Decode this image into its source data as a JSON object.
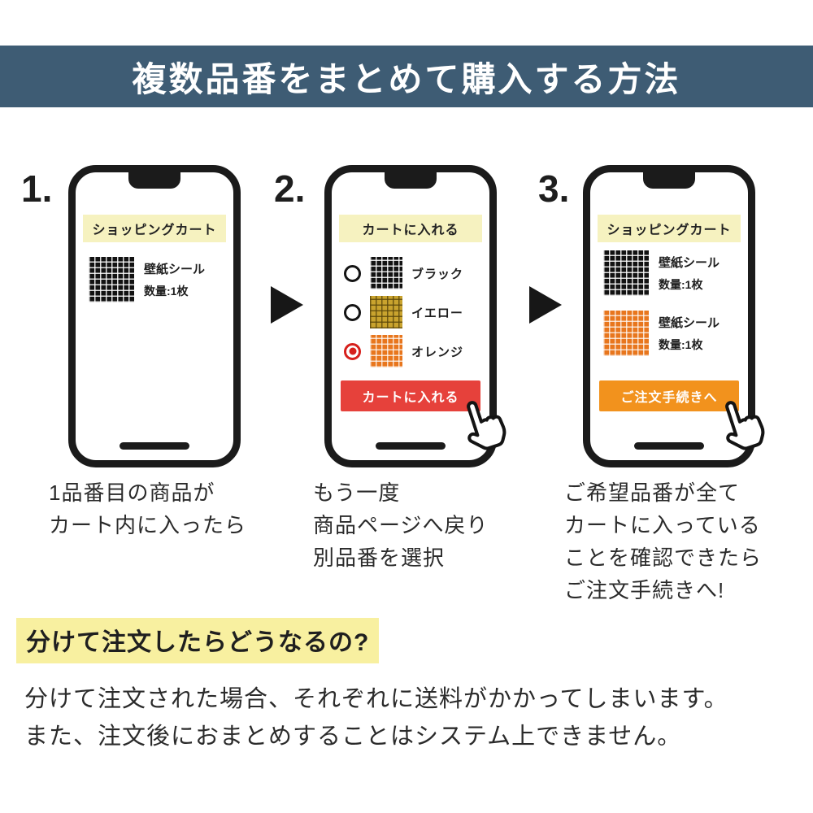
{
  "header": {
    "title": "複数品番をまとめて購入する方法"
  },
  "steps": [
    {
      "number": "1.",
      "banner": "ショッピングカート",
      "items": [
        {
          "name": "壁紙シール",
          "qty": "数量:1枚",
          "swatch": "black"
        }
      ],
      "caption": [
        "1品番目の商品が",
        "カート内に入ったら"
      ]
    },
    {
      "number": "2.",
      "banner": "カートに入れる",
      "options": [
        {
          "label": "ブラック",
          "swatch": "black",
          "selected": false
        },
        {
          "label": "イエロー",
          "swatch": "yellow",
          "selected": false
        },
        {
          "label": "オレンジ",
          "swatch": "orange",
          "selected": true
        }
      ],
      "button": "カートに入れる",
      "caption": [
        "もう一度",
        "商品ページへ戻り",
        "別品番を選択"
      ]
    },
    {
      "number": "3.",
      "banner": "ショッピングカート",
      "items": [
        {
          "name": "壁紙シール",
          "qty": "数量:1枚",
          "swatch": "black"
        },
        {
          "name": "壁紙シール",
          "qty": "数量:1枚",
          "swatch": "orange"
        }
      ],
      "button": "ご注文手続きへ",
      "caption": [
        "ご希望品番が全て",
        "カートに入っている",
        "ことを確認できたら",
        "ご注文手続きへ!"
      ]
    }
  ],
  "footer": {
    "heading": "分けて注文したらどうなるの?",
    "body1": "分けて注文された場合、それぞれに送料がかかってしまいます。",
    "body2": "また、注文後におまとめすることはシステム上できません。"
  },
  "colors": {
    "header_bg": "#3e5c74",
    "banner_bg": "#f6f2c0",
    "add_button_bg": "#e6413b",
    "checkout_button_bg": "#f2921d",
    "highlight_bg": "#f8f0a0",
    "radio_selected": "#d6201c"
  }
}
